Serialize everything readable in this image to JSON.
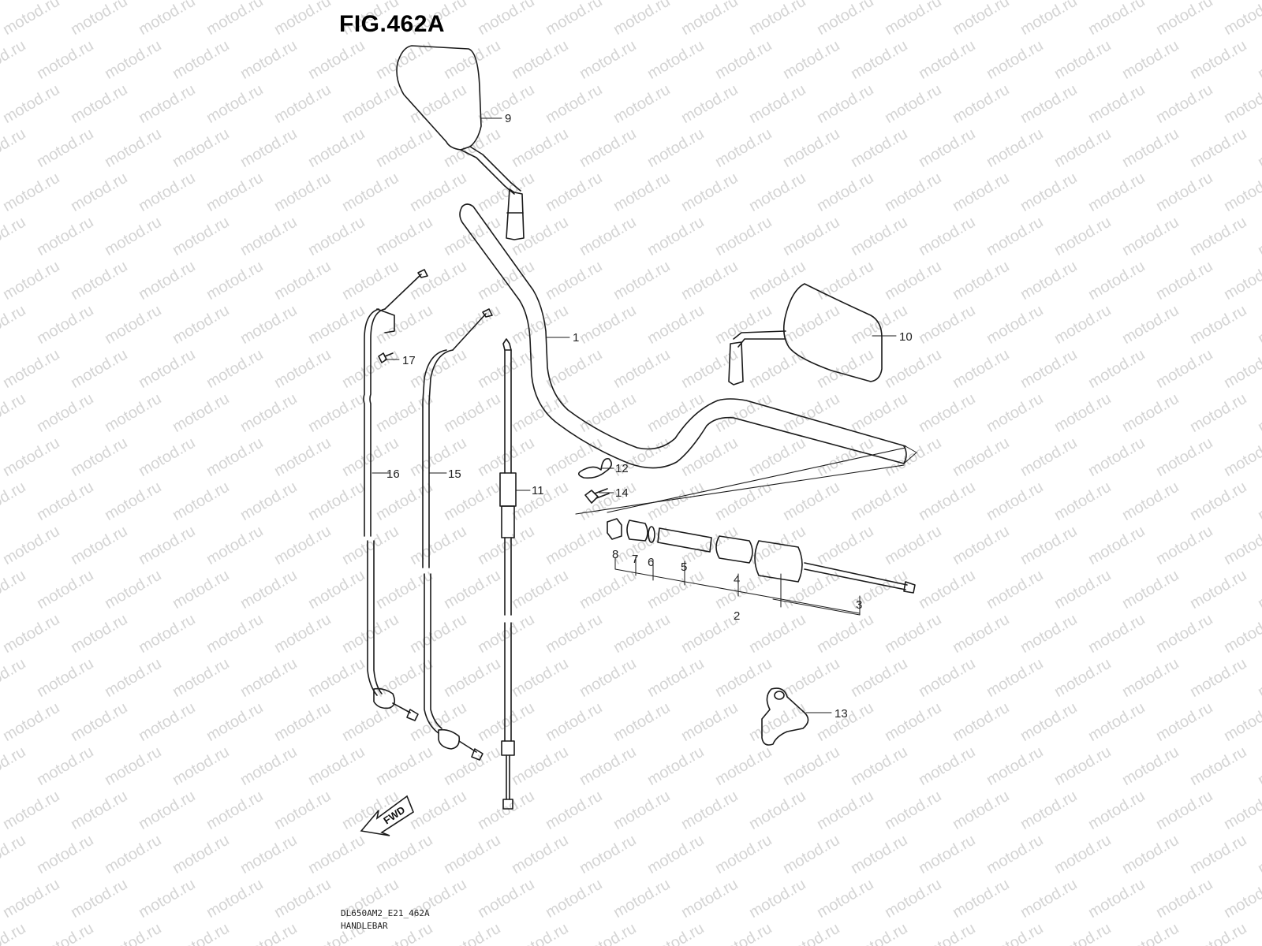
{
  "figure": {
    "title": "FIG.462A"
  },
  "footer": {
    "code": "DL650AM2_E21_462A",
    "name": "HANDLEBAR"
  },
  "watermark": {
    "text": "motod.ru"
  },
  "fwd_arrow": {
    "label": "FWD"
  },
  "callouts": {
    "p1": "1",
    "p2": "2",
    "p3": "3",
    "p4": "4",
    "p5": "5",
    "p6": "6",
    "p7": "7",
    "p8": "8",
    "p9": "9",
    "p10": "10",
    "p11": "11",
    "p12": "12",
    "p13": "13",
    "p14": "14",
    "p15": "15",
    "p16": "16",
    "p17": "17"
  }
}
